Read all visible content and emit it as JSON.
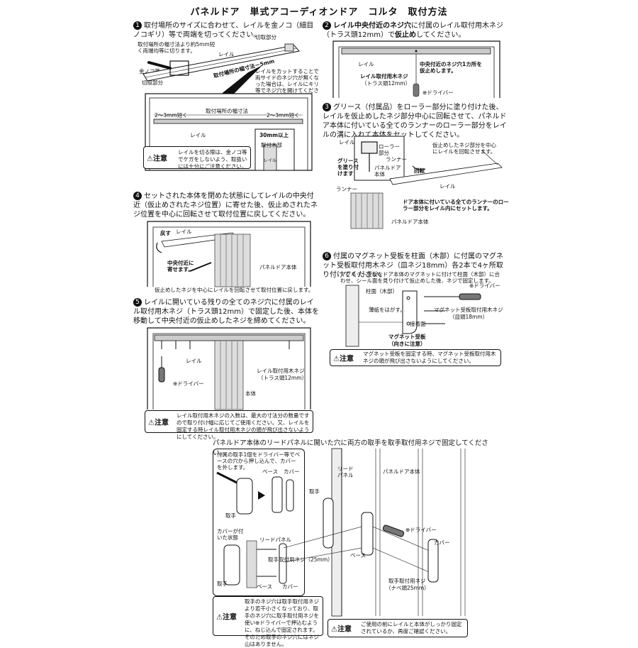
{
  "title": "パネルドア　単式アコーディオンドア　コルタ　取付方法",
  "step1": {
    "num": "1",
    "text": "取付場所のサイズに合わせて、レイルを金ノコ（細目ノコギリ）等で両端を切ってください。",
    "note_cut": "取付場所の幅寸法より約5mm短く両端均等に切ります。",
    "label_cut_part": "切取部分",
    "label_cut_part2": "切取部分",
    "label_saw": "金ノコ等",
    "label_rail": "レイル",
    "label_width_5mm": "取付場所の幅寸法－5mm",
    "note_cut_hole": "レイルをカットすることで両サイドのネジ穴が無くなった場合は、レイルにキリ等でネジ穴を開けてください。",
    "label_2_3_left": "2～3mm短く",
    "label_2_3_right": "2～3mm短く",
    "label_width": "取付場所の幅寸法",
    "label_rail2": "レイル",
    "label_30mm": "30mm以上",
    "label_mount": "取付木部",
    "label_rail3": "レイル",
    "caution_title": "注意",
    "caution_text": "レイルを切る際は、金ノコ等でケガをしないよう、取扱いには十分にご注意ください。"
  },
  "step2": {
    "num": "2",
    "text_bold": "レイル中央付近のネジ穴",
    "text_rest": "に付属のレイル取付用木ネジ（トラス頭12mm）で",
    "text_bold2": "仮止め",
    "text_end": "してください。",
    "label_rail": "レイル",
    "label_screw": "レイル取付用木ネジ",
    "label_screw_sub": "（トラス頭12mm）",
    "label_temp": "中央付近のネジ穴1カ所を仮止めします。",
    "label_driver": "⊕ドライバー"
  },
  "step3": {
    "num": "3",
    "text": "グリース（付属品）をローラー部分に塗り付けた後、レイルを仮止めしたネジ部分中心に回転させて、パネルドア本体に付いている全てのランナーのローラー部分をレイルの溝に入れて本体をセットしてください。",
    "label_rail": "レイル",
    "label_roller": "ローラー部分",
    "label_runner": "ランナー",
    "label_grease": "グリースを塗り付けます",
    "label_body": "パネルドア本体",
    "label_rotate_note": "仮止めしたネジ部分を中心にレイルを回転させます。",
    "label_rotate": "回転",
    "label_rail2": "レイル",
    "label_runner2": "ランナー",
    "label_set_note": "ドア本体に付いている全てのランナーのローラー部分をレイル内にセットします。",
    "label_body2": "パネルドア本体"
  },
  "step4": {
    "num": "4",
    "text": "セットされた本体を閉めた状態にしてレイルの中央付近（仮止めされたネジ位置）に寄せた後、仮止めされたネジ位置を中心に回転させて取付位置に戻してください。",
    "label_return": "戻す",
    "label_rail": "レイル",
    "label_center": "中央付近に寄せます。",
    "label_body": "パネルドア本体",
    "caption": "仮止めしたネジを中心にレイルを回転させて取付位置に戻します。"
  },
  "step5": {
    "num": "5",
    "text": "レイルに開いている残りの全てのネジ穴に付属のレイル取付用木ネジ（トラス頭12mm）で固定した後、本体を移動して中央付近の仮止めしたネジを締めてください。",
    "label_rail": "レイル",
    "label_screw": "レイル取付用木ネジ",
    "label_screw_sub": "（トラス頭12mm）",
    "label_driver": "⊕ドライバー",
    "label_body": "本体",
    "caution_title": "注意",
    "caution_text": "レイル取付用木ネジの入数は、最大の寸法分の数量ですので取り付け幅に応じてご使用ください。又、レイルを固定する時レイル取付用木ネジの頭が飛び出さないようにしてください。"
  },
  "step6": {
    "num": "6",
    "text": "付属のマグネット受板を柱面（木部）に付属のマグネット受板取付用木ネジ（皿ネジ18mm）各2本で4ヶ所取り付けてください。",
    "subnote": "マグネット受板をドア本体のマグネットに付けて柱面（木部）に合わせ、シール面を見り付けて仮止めした後、ネジで固定します。",
    "label_pillar": "柱面（木部）",
    "label_driver": "⊕ドライバー",
    "label_peel": "薄紙をはがす。",
    "label_screw": "マグネット受板取付用木ネジ",
    "label_screw_sub": "（皿頭18mm）",
    "label_contact": "接着面",
    "label_magnet": "マグネット受板",
    "label_direction": "（向きに注意）",
    "caution_title": "注意",
    "caution_text": "マグネット受板を固定する時、マグネット受板取付用木ネジの頭が飛び出さないようにしてください。"
  },
  "handle": {
    "heading": "パネルドア本体のリードパネルに開いた穴に両方の取手を取手取付用ネジで固定してください。",
    "box_note": "付属の取手1個をドライバー等でベースの穴から押し込んで、カバーを外します。",
    "label_base": "ベース",
    "label_cover": "カバー",
    "label_handle": "取手",
    "label_attached": "カバーが付いた状態",
    "label_lead": "リードパネル",
    "label_screw": "取手取付用ネジ（25mm）",
    "label_handle2": "取手",
    "label_base2": "ベース",
    "label_cover2": "カバー",
    "label_lead_panel": "リードパネル",
    "label_body": "パネルドア本体",
    "label_handle3": "取手",
    "label_driver": "⊕ドライバー",
    "label_base3": "ベース",
    "label_cover3": "カバー",
    "label_screw2": "取手取付用ネジ",
    "label_screw2_sub": "（ナベ頭25mm）",
    "caution1_title": "注意",
    "caution1_text": "取手のネジ穴は取手取付用ネジより若干小さくなっており、取手のネジ穴に取手取付用ネジを使い⊕ドライバーで押込むように、ねじ込んで固定されます。そのため取手のネジ穴にはネジ山はありません。",
    "caution2_title": "注意",
    "caution2_text": "ご使用の前にレイルと本体がしっかり固定されているか、再度ご確認ください。"
  }
}
